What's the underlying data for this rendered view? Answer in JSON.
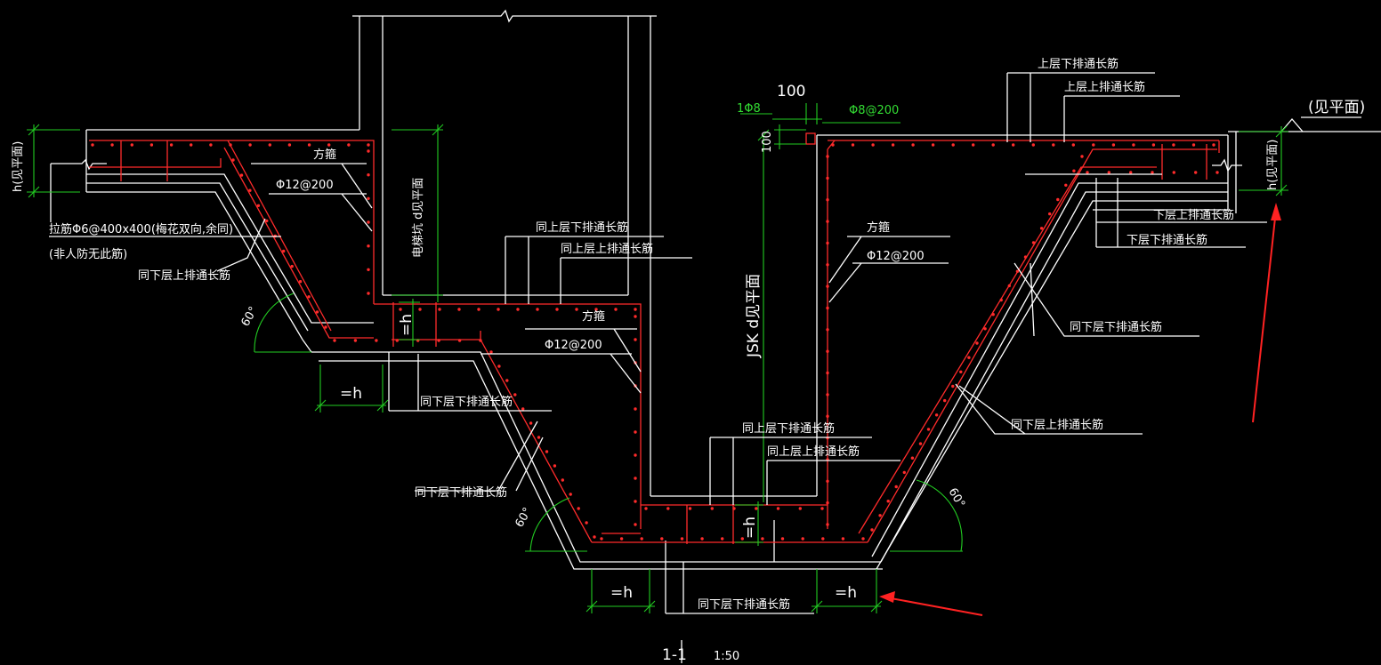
{
  "colors": {
    "background": "#000000",
    "outline": "#ffffff",
    "rebar": "#ff2b2b",
    "dimension": "#22cc22",
    "arrow": "#ff2222"
  },
  "labels": {
    "left_h": "h(见平面)",
    "right_h": "h(见平面)",
    "see_plan": "(见平面)",
    "tie_bar": "拉筋Φ6@400x400(梅花双向,余同)",
    "non_civil": "(非人防无此筋)",
    "same_lower_upper_left": "同下层上排通长筋",
    "stirrup_left": "方箍",
    "phi12_left": "Φ12@200",
    "elevator_pit": "电梯坑 d见平面",
    "same_upper_lower_mid": "同上层下排通长筋",
    "same_upper_upper_mid": "同上层上排通长筋",
    "stirrup_mid": "方箍",
    "phi12_mid": "Φ12@200",
    "same_lower_lower_mid": "同下层下排通长筋",
    "same_lower_lower_left": "同下层下排通长筋",
    "top_upper_lower": "上层下排通长筋",
    "top_upper_upper": "上层上排通长筋",
    "dim_100_top": "100",
    "dim_1phi8": "1Φ8",
    "dim_phi8_200": "Φ8@200",
    "dim_100_side": "100",
    "stirrup_right": "方箍",
    "phi12_right": "Φ12@200",
    "jsk": "JSK d见平面",
    "low_upper_right": "下层上排通长筋",
    "low_lower_right": "下层下排通长筋",
    "same_lower_lower_right": "同下层下排通长筋",
    "same_lower_upper_right": "同下层上排通长筋",
    "same_upper_lower_bot": "同上层下排通长筋",
    "same_upper_upper_bot": "同上层上排通长筋",
    "same_lower_lower_bot": "同下层下排通长筋",
    "eq_h_1": "=h",
    "eq_h_2": "=h",
    "eq_h_3": "=h",
    "eq_h_4": "=h",
    "eq_h_5": "=h",
    "angle_left": "60°",
    "angle_mid": "60°",
    "angle_right": "60°",
    "section": "1-1",
    "scale": "1:50"
  }
}
